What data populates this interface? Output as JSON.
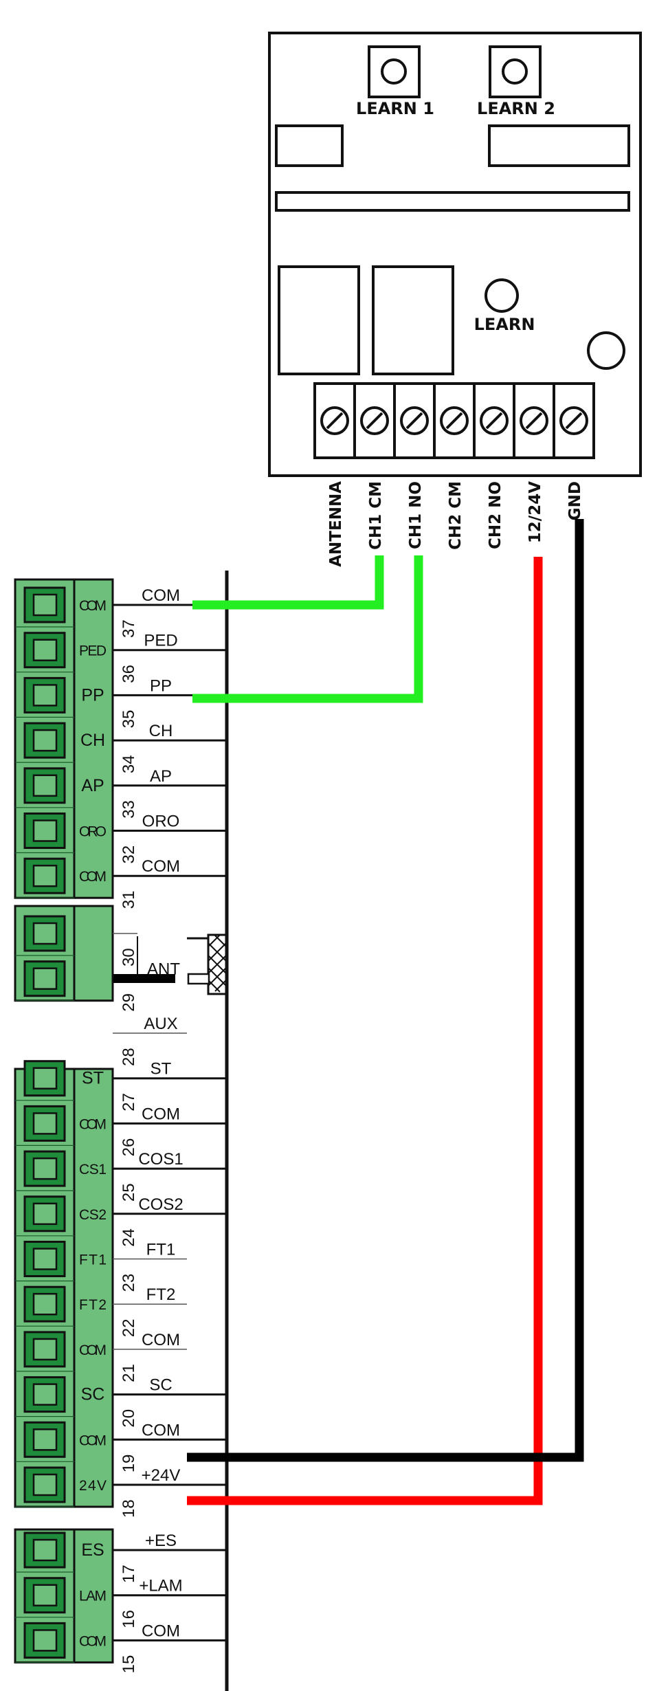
{
  "receiver": {
    "buttons": [
      "LEARN 1",
      "LEARN 2"
    ],
    "learn_label": "LEARN",
    "terminal_labels": [
      "ANTENNA",
      "CH1 CM",
      "CH1 NO",
      "CH2 CM",
      "CH2 NO",
      "12/24V",
      "GND"
    ]
  },
  "controller": {
    "groups": [
      {
        "id": "group-a",
        "slots": [
          {
            "num": "37",
            "tag": "COM",
            "wire": "COM"
          },
          {
            "num": "36",
            "tag": "PED",
            "wire": "PED"
          },
          {
            "num": "35",
            "tag": "PP",
            "wire": "PP"
          },
          {
            "num": "34",
            "tag": "CH",
            "wire": "CH"
          },
          {
            "num": "33",
            "tag": "AP",
            "wire": "AP"
          },
          {
            "num": "32",
            "tag": "ORO",
            "wire": "ORO"
          },
          {
            "num": "31",
            "tag": "COM",
            "wire": "COM"
          }
        ]
      },
      {
        "id": "group-b",
        "slots": [
          {
            "num": "30",
            "tag": "",
            "wire": ""
          },
          {
            "num": "29",
            "tag": "",
            "wire": "ANT"
          }
        ]
      },
      {
        "id": "group-c",
        "slots": [
          {
            "num": "28",
            "tag": "",
            "wire": "AUX"
          },
          {
            "num": "27",
            "tag": "ST",
            "wire": "ST"
          },
          {
            "num": "26",
            "tag": "COM",
            "wire": "COM"
          },
          {
            "num": "25",
            "tag": "CS1",
            "wire": "COS1"
          },
          {
            "num": "24",
            "tag": "CS2",
            "wire": "COS2"
          },
          {
            "num": "23",
            "tag": "FT1",
            "wire": "FT1"
          },
          {
            "num": "22",
            "tag": "FT2",
            "wire": "FT2"
          },
          {
            "num": "21",
            "tag": "COM",
            "wire": "COM"
          },
          {
            "num": "20",
            "tag": "SC",
            "wire": "SC"
          },
          {
            "num": "19",
            "tag": "COM",
            "wire": "COM"
          },
          {
            "num": "18",
            "tag": "24V",
            "wire": "+24V"
          }
        ]
      },
      {
        "id": "group-d",
        "slots": [
          {
            "num": "17",
            "tag": "ES",
            "wire": "+ES"
          },
          {
            "num": "16",
            "tag": "LAM",
            "wire": "+LAM"
          },
          {
            "num": "15",
            "tag": "COM",
            "wire": "COM"
          }
        ]
      }
    ]
  },
  "colors": {
    "terminal_green": "#6dbf7b",
    "terminal_dark_green": "#1e8c3a",
    "signal_wire": "#22ee22",
    "power_wire": "#ff0000",
    "ground_wire": "#000000"
  }
}
